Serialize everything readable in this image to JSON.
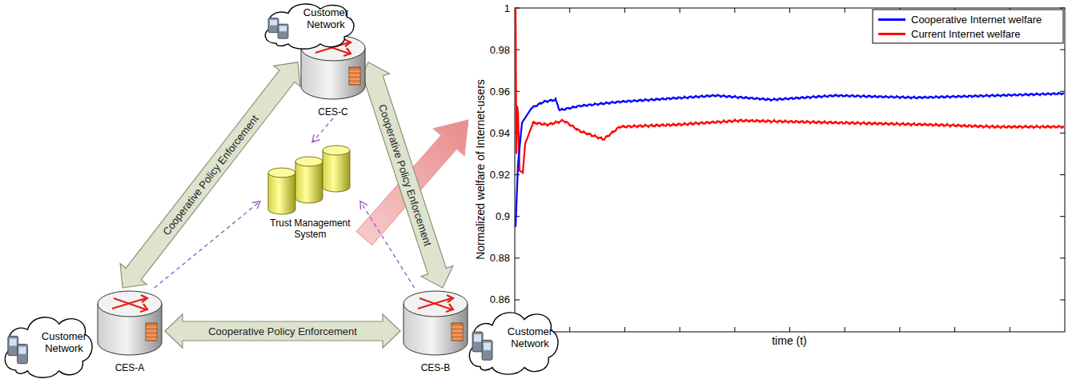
{
  "diagram": {
    "nodes": [
      {
        "text": [
          "Customer Network"
        ]
      },
      {
        "text": [
          "CES-C"
        ]
      },
      {
        "text": [
          "Trust Management System"
        ]
      },
      {
        "text": [
          "Customer Network"
        ]
      },
      {
        "text": [
          "CES-A"
        ]
      },
      {
        "text": [
          "CES-B"
        ]
      },
      {
        "text": [
          "Customer Network"
        ]
      }
    ],
    "edges": [
      {
        "from": 4,
        "to": 1,
        "label": "Cooperative Policy Enforcement",
        "arrow": "both"
      },
      {
        "from": 1,
        "to": 5,
        "label": "Cooperative Policy Enforcement",
        "arrow": "both"
      },
      {
        "from": 4,
        "to": 5,
        "label": "Cooperative Policy Enforcement",
        "arrow": "both"
      },
      {
        "from": 1,
        "to": 2,
        "arrow": "to"
      },
      {
        "from": 4,
        "to": 2,
        "arrow": "to"
      },
      {
        "from": 5,
        "to": 2,
        "arrow": "to"
      }
    ],
    "labels": [
      "1",
      "0.98",
      "0.96",
      "0.94",
      "0.92",
      "0.9",
      "0.88",
      "0.86",
      "Normalized welfare of Internet-users",
      "time (t)"
    ],
    "legend": [
      {
        "text": "Cooperative Internet welfare",
        "color": "#0000ff"
      },
      {
        "text": "Current Internet welfare",
        "color": "#ff0000"
      }
    ]
  }
}
